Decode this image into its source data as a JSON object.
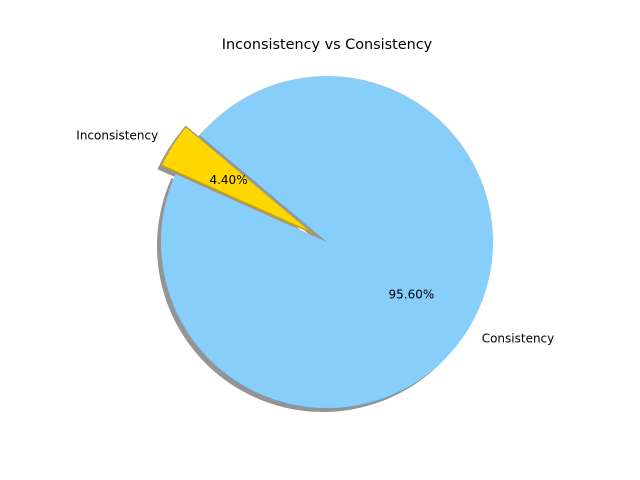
{
  "chart_data": {
    "type": "pie",
    "title": "Inconsistency vs Consistency",
    "categories": [
      "Inconsistency",
      "Consistency"
    ],
    "values": [
      4.4,
      95.6
    ],
    "percent_labels": [
      "4.40%",
      "95.60%"
    ],
    "colors": [
      "#FFD700",
      "#87CEFA"
    ],
    "explode": [
      0.1,
      0
    ],
    "shadow": true,
    "start_angle_deg": 140
  }
}
